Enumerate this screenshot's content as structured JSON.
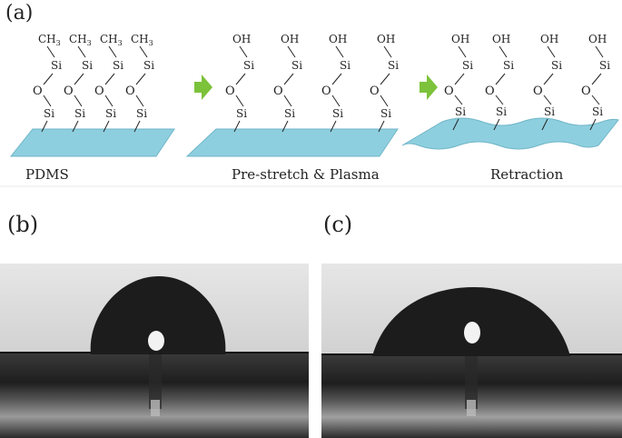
{
  "panels": {
    "a": {
      "label": "(a)"
    },
    "b": {
      "label": "(b)"
    },
    "c": {
      "label": "(c)"
    }
  },
  "stages": [
    {
      "caption": "PDMS",
      "top_group": "CH3"
    },
    {
      "caption": "Pre-stretch & Plasma",
      "top_group": "OH"
    },
    {
      "caption": "Retraction",
      "top_group": "OH"
    }
  ],
  "chem": {
    "silicon": "Si",
    "oxygen": "O"
  },
  "colors": {
    "substrate": "#8ecfdf",
    "substrate_edge": "#6fb6c8",
    "arrow": "#7cc23a",
    "photo_bg": "#d9d9d9",
    "droplet": "#1c1c1c"
  }
}
